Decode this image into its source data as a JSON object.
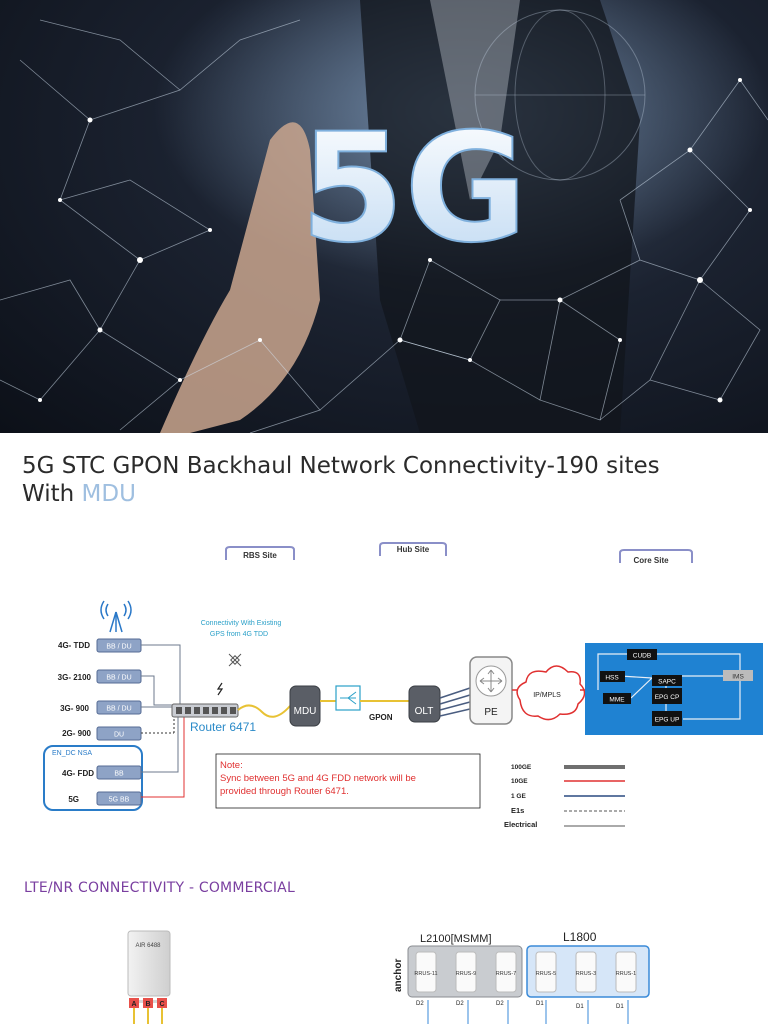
{
  "hero": {
    "text": "5G"
  },
  "title": {
    "line1": "5G STC  GPON Backhaul Network Connectivity-190 sites",
    "line2_prefix": "With ",
    "line2_highlight": "MDU"
  },
  "diagram": {
    "site_labels": {
      "rbs": "RBS Site",
      "hub": "Hub Site",
      "core": "Core Site"
    },
    "gps_note": [
      "Connectivity With Existing",
      "GPS from 4G TDD"
    ],
    "rows": [
      {
        "tech": "4G- TDD",
        "unit": "BB / DU"
      },
      {
        "tech": "3G- 2100",
        "unit": "BB / DU"
      },
      {
        "tech": "3G- 900",
        "unit": "BB / DU"
      },
      {
        "tech": "2G- 900",
        "unit": "DU"
      }
    ],
    "en_dc_label": "EN_DC NSA",
    "en_dc_rows": [
      {
        "tech": "4G- FDD",
        "unit": "BB"
      },
      {
        "tech": "5G",
        "unit": "5G BB"
      }
    ],
    "router_label": "Router 6471",
    "mdu": "MDU",
    "gpon": "GPON",
    "olt": "OLT",
    "pe": "PE",
    "cloud": "IP/MPLS",
    "core_boxes": {
      "cudb": "CUDB",
      "hss": "HSS",
      "sapc": "SAPC",
      "mme": "MME",
      "epg_cp": "EPG CP",
      "epg_up": "EPG UP",
      "ims": "IMS"
    },
    "note": {
      "heading": "Note:",
      "line1": "Sync between 5G and 4G FDD network will be",
      "line2": "provided through Router 6471."
    },
    "legend": [
      {
        "label": "100GE",
        "color": "#6f6f6f",
        "style": "thick"
      },
      {
        "label": "10GE",
        "color": "#e03030",
        "style": "solid"
      },
      {
        "label": "1 GE",
        "color": "#2a4a80",
        "style": "solid"
      },
      {
        "label": "E1s",
        "color": "#555555",
        "style": "dashed"
      },
      {
        "label": "Electrical",
        "color": "#555555",
        "style": "thin"
      }
    ]
  },
  "section2": {
    "title": "LTE/NR CONNECTIVITY - COMMERCIAL",
    "air_label": "AIR 6488",
    "ports": [
      "A",
      "B",
      "C"
    ],
    "group1_title": "L2100[MSMM]",
    "group2_title": "L1800",
    "anchor_label": "anchor",
    "group1_units": [
      "RRUS-11",
      "RRUS-9",
      "RRUS-7"
    ],
    "group2_units": [
      "RRUS-5",
      "RRUS-3",
      "RRUS-1"
    ],
    "group1_ports": [
      "D2",
      "D2",
      "D2"
    ],
    "group2_ports": [
      "D1",
      "D1",
      "D1"
    ]
  }
}
